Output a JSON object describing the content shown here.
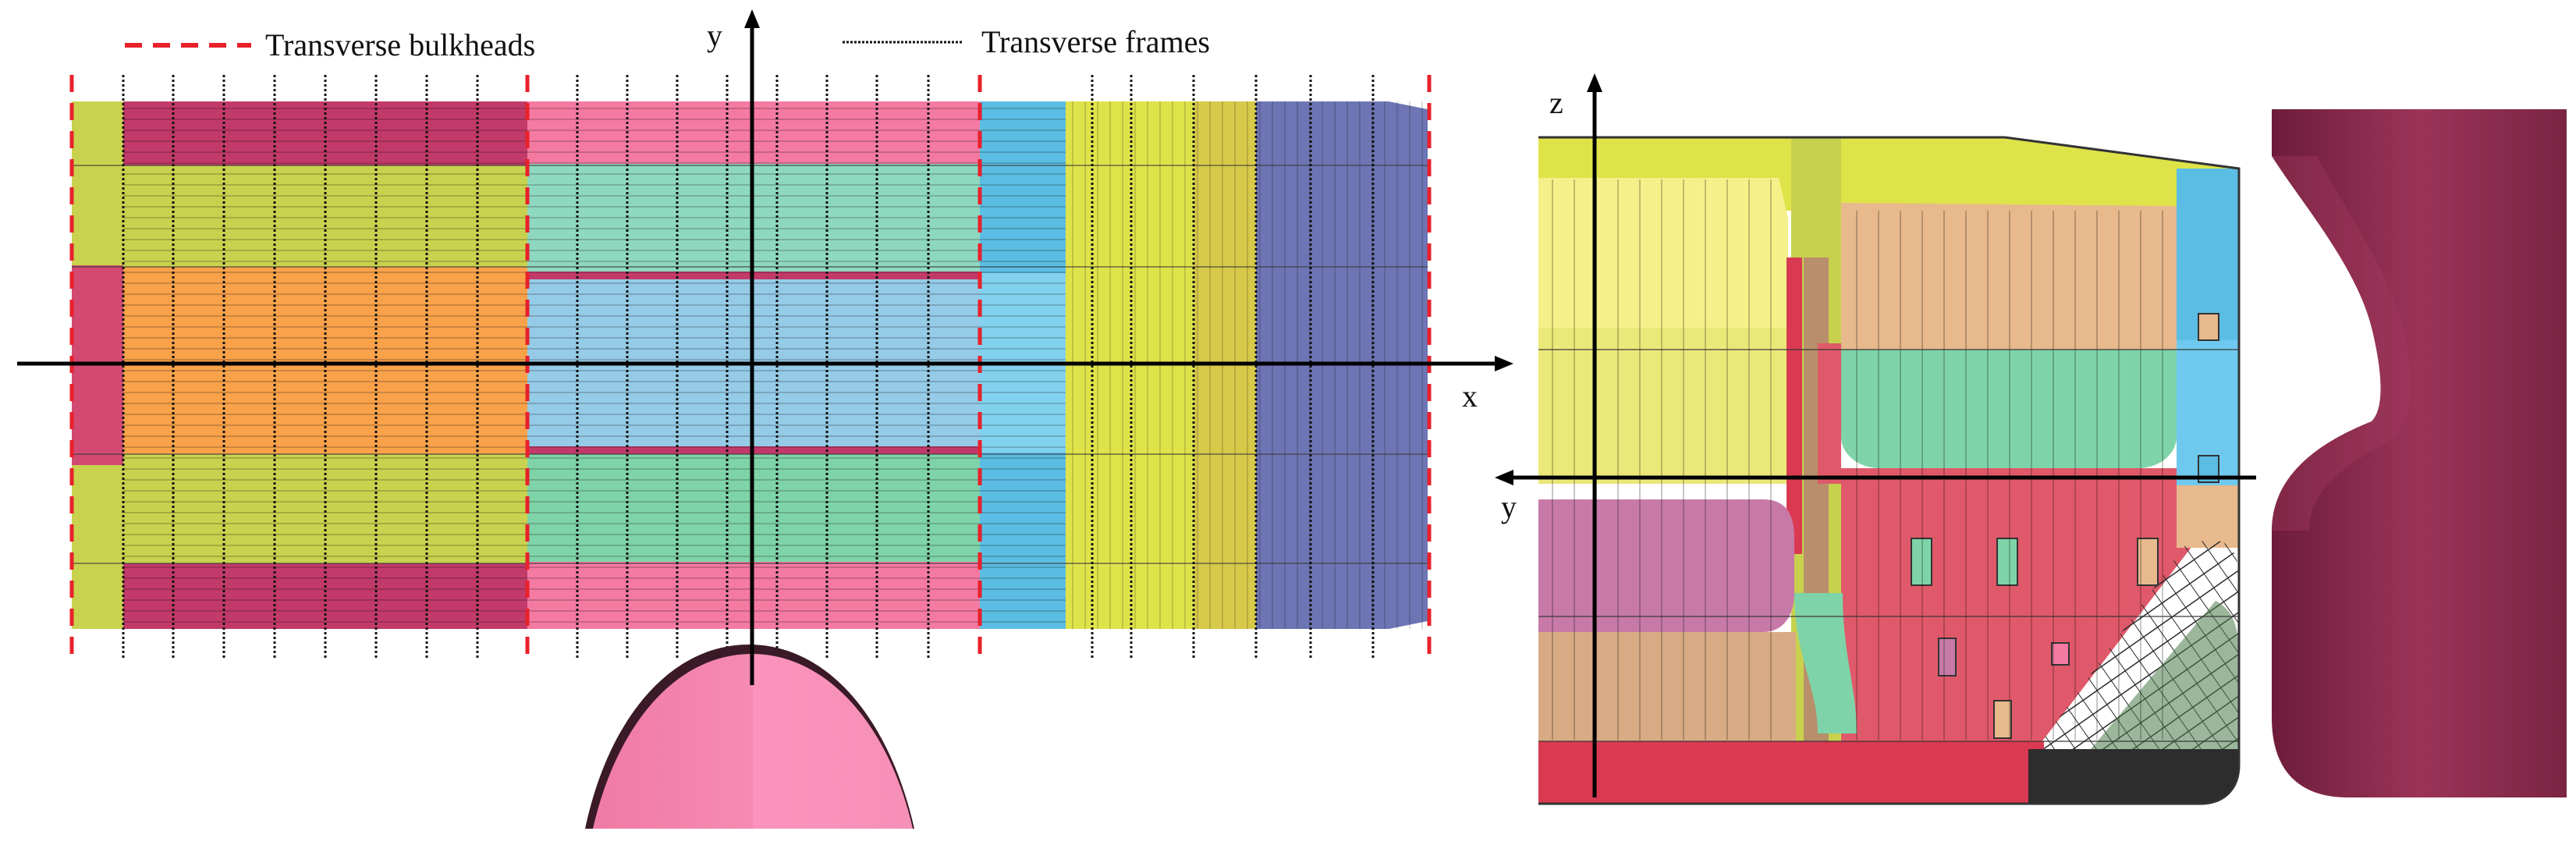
{
  "legend": {
    "bulkheads_label": "Transverse bulkheads",
    "frames_label": "Transverse frames"
  },
  "axes": {
    "plan": {
      "x_label": "x",
      "y_label": "y"
    },
    "section": {
      "z_label": "z",
      "y_label": "y"
    }
  },
  "colors": {
    "bulkhead_line": "#e8212b",
    "frame_line": "#111111",
    "axis_line": "#000000",
    "crimson": "#c23a60",
    "pink": "#f47aa2",
    "yellow_green": "#c9d24e",
    "orange": "#f9a24a",
    "teal_green": "#7fd3a8",
    "light_blue": "#8fc6e4",
    "sky_blue": "#5bbde3",
    "yellow": "#dfe34a",
    "slate_blue": "#6d75b4",
    "tan": "#e7b98c",
    "mauve": "#c77aa8",
    "red": "#d93a52",
    "hull_maroon": "#8b2a4c"
  }
}
